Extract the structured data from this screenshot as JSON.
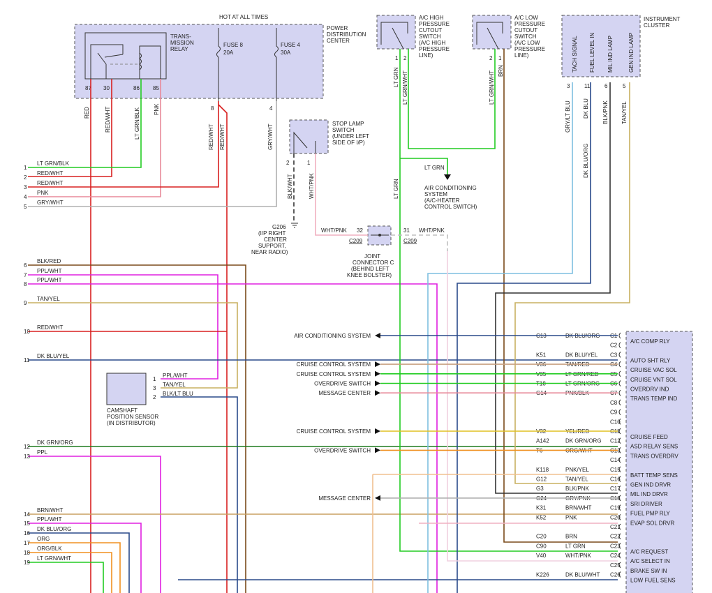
{
  "header": {
    "hot": "HOT AT ALL TIMES",
    "pdc": [
      "POWER",
      "DISTRIBUTION",
      "CENTER"
    ],
    "relay": [
      "TRANS-",
      "MISSION",
      "RELAY"
    ],
    "fuse8": [
      "FUSE 8",
      "20A"
    ],
    "fuse4": [
      "FUSE 4",
      "30A"
    ],
    "relay_pins": [
      "87",
      "30",
      "86",
      "85"
    ],
    "pdc_pins": [
      "8",
      "4"
    ],
    "acHigh": [
      "A/C HIGH",
      "PRESSURE",
      "CUTOUT",
      "SWITCH",
      "(A/C HIGH",
      "PRESSURE",
      "LINE)"
    ],
    "acLow": [
      "A/C LOW",
      "PRESSURE",
      "CUTOUT",
      "SWITCH",
      "(A/C LOW",
      "PRESSURE",
      "LINE)"
    ],
    "acHighPins": [
      "1",
      "2"
    ],
    "acLowPins": [
      "2",
      "1"
    ],
    "cluster": "INSTRUMENT CLUSTER",
    "clusterFuncs": [
      "TACH SIGNAL",
      "FUEL LEVEL IN",
      "MIL IND LAMP",
      "GEN IND LAMP"
    ],
    "clusterPins": [
      "3",
      "11",
      "6",
      "5"
    ]
  },
  "wires": {
    "relay": [
      "RED",
      "RED/WHT",
      "LT GRN/BLK",
      "PNK"
    ],
    "fuse": [
      "RED/WHT",
      "RED/WHT"
    ],
    "fuse4": "GRY/WHT",
    "acHigh": [
      "LT GRN",
      "LT GRN/WHT"
    ],
    "acLow": [
      "LT GRN/WHT",
      "BRN"
    ],
    "cluster": [
      "GRY/LT BLU",
      "DK BLU",
      "BLK/PNK",
      "TAN/YEL"
    ],
    "dkBluOrg": "DK BLU/ORG",
    "stopLamp": [
      "BLK/WHT",
      "WHT/PNK"
    ],
    "ltGrnVert": "LT GRN",
    "acLtGrn": "LT GRN",
    "jcLeft": "WHT/PNK",
    "jcRight": "WHT/PNK"
  },
  "stopLamp": {
    "title": [
      "STOP LAMP",
      "SWITCH",
      "(UNDER LEFT",
      "SIDE OF I/P)"
    ],
    "pins": [
      "2",
      "1"
    ]
  },
  "ground": [
    "G206",
    "(I/P RIGHT",
    "CENTER",
    "SUPPORT,",
    "NEAR RADIO)"
  ],
  "acSystem": [
    "AIR CONDITIONING",
    "SYSTEM",
    "(A/C-HEATER",
    "CONTROL SWITCH)"
  ],
  "jointConnector": {
    "title": [
      "JOINT",
      "CONNECTOR C",
      "(BEHIND LEFT",
      "KNEE BOLSTER)"
    ],
    "leftPin": "32",
    "rightPin": "31",
    "connLeft": "C209",
    "connRight": "C209"
  },
  "leftSide": [
    {
      "n": "1",
      "label": "LT GRN/BLK"
    },
    {
      "n": "2",
      "label": "RED/WHT"
    },
    {
      "n": "3",
      "label": "RED/WHT"
    },
    {
      "n": "4",
      "label": "PNK"
    },
    {
      "n": "5",
      "label": "GRY/WHT"
    },
    {
      "n": "6",
      "label": "BLK/RED"
    },
    {
      "n": "7",
      "label": "PPL/WHT"
    },
    {
      "n": "8",
      "label": "PPL/WHT"
    },
    {
      "n": "9",
      "label": "TAN/YEL"
    },
    {
      "n": "10",
      "label": "RED/WHT"
    },
    {
      "n": "11",
      "label": "DK BLU/YEL"
    },
    {
      "n": "12",
      "label": "DK GRN/ORG"
    },
    {
      "n": "13",
      "label": "PPL"
    },
    {
      "n": "14",
      "label": "BRN/WHT"
    },
    {
      "n": "15",
      "label": "PPL/WHT"
    },
    {
      "n": "16",
      "label": "DK BLU/ORG"
    },
    {
      "n": "17",
      "label": "ORG"
    },
    {
      "n": "18",
      "label": "ORG/BLK"
    },
    {
      "n": "19",
      "label": "LT GRN/WHT"
    }
  ],
  "camshaft": {
    "title": [
      "CAMSHAFT",
      "POSITION SENSOR",
      "(IN DISTRIBUTOR)"
    ],
    "pins": [
      {
        "n": "1",
        "wire": "PPL/WHT"
      },
      {
        "n": "3",
        "wire": "TAN/YEL"
      },
      {
        "n": "2",
        "wire": "BLK/LT BLU"
      }
    ]
  },
  "pcm": [
    {
      "pin": "C1",
      "func": "A/C COMP RLY",
      "code": "C13",
      "wire": "DK BLU/ORG",
      "dest": "AIR CONDITIONING SYSTEM",
      "arrow": "out"
    },
    {
      "pin": "C2",
      "func": "",
      "code": "",
      "wire": "",
      "dest": "",
      "arrow": ""
    },
    {
      "pin": "C3",
      "func": "AUTO SHT RLY",
      "code": "K51",
      "wire": "DK BLU/YEL",
      "dest": "",
      "arrow": ""
    },
    {
      "pin": "C4",
      "func": "CRUISE VAC SOL",
      "code": "V36",
      "wire": "TAN/RED",
      "dest": "CRUISE CONTROL SYSTEM",
      "arrow": "in"
    },
    {
      "pin": "C5",
      "func": "CRUISE VNT SOL",
      "code": "V35",
      "wire": "LT GRN/RED",
      "dest": "CRUISE CONTROL SYSTEM",
      "arrow": "in"
    },
    {
      "pin": "C6",
      "func": "OVERDRV IND",
      "code": "T18",
      "wire": "LT GRN/ORG",
      "dest": "OVERDRIVE SWITCH",
      "arrow": "in"
    },
    {
      "pin": "C7",
      "func": "TRANS TEMP IND",
      "code": "G14",
      "wire": "PNK/BLK",
      "dest": "MESSAGE CENTER",
      "arrow": "in"
    },
    {
      "pin": "C8",
      "func": "",
      "code": "",
      "wire": "",
      "dest": "",
      "arrow": ""
    },
    {
      "pin": "C9",
      "func": "",
      "code": "",
      "wire": "",
      "dest": "",
      "arrow": ""
    },
    {
      "pin": "C10",
      "func": "",
      "code": "",
      "wire": "",
      "dest": "",
      "arrow": ""
    },
    {
      "pin": "C11",
      "func": "CRUISE FEED",
      "code": "V32",
      "wire": "YEL/RED",
      "dest": "CRUISE CONTROL SYSTEM",
      "arrow": "in"
    },
    {
      "pin": "C12",
      "func": "ASD RELAY SENS",
      "code": "A142",
      "wire": "DK GRN/ORG",
      "dest": "",
      "arrow": ""
    },
    {
      "pin": "C13",
      "func": "TRANS OVERDRV",
      "code": "T6",
      "wire": "ORG/WHT",
      "dest": "OVERDRIVE SWITCH",
      "arrow": "in"
    },
    {
      "pin": "C14",
      "func": "",
      "code": "",
      "wire": "",
      "dest": "",
      "arrow": ""
    },
    {
      "pin": "C15",
      "func": "BATT TEMP SENS",
      "code": "K118",
      "wire": "PNK/YEL",
      "dest": "",
      "arrow": ""
    },
    {
      "pin": "C16",
      "func": "GEN IND DRVR",
      "code": "G12",
      "wire": "TAN/YEL",
      "dest": "",
      "arrow": ""
    },
    {
      "pin": "C17",
      "func": "MIL IND DRVR",
      "code": "G3",
      "wire": "BLK/PNK",
      "dest": "",
      "arrow": ""
    },
    {
      "pin": "C18",
      "func": "SRI DRIVER",
      "code": "G24",
      "wire": "GRY/PNK",
      "dest": "MESSAGE CENTER",
      "arrow": "out"
    },
    {
      "pin": "C19",
      "func": "FUEL PMP RLY",
      "code": "K31",
      "wire": "BRN/WHT",
      "dest": "",
      "arrow": ""
    },
    {
      "pin": "C20",
      "func": "EVAP SOL DRVR",
      "code": "K52",
      "wire": "PNK",
      "dest": "",
      "arrow": ""
    },
    {
      "pin": "C21",
      "func": "",
      "code": "",
      "wire": "",
      "dest": "",
      "arrow": ""
    },
    {
      "pin": "C22",
      "func": "",
      "code": "C20",
      "wire": "BRN",
      "dest": "",
      "arrow": ""
    },
    {
      "pin": "C23",
      "func": "A/C REQUEST",
      "code": "C90",
      "wire": "LT GRN",
      "dest": "",
      "arrow": ""
    },
    {
      "pin": "C24",
      "func": "A/C SELECT IN",
      "code": "V40",
      "wire": "WHT/PNK",
      "dest": "",
      "arrow": ""
    },
    {
      "pin": "C25",
      "func": "BRAKE SW IN",
      "code": "",
      "wire": "",
      "dest": "",
      "arrow": ""
    },
    {
      "pin": "C26",
      "func": "LOW FUEL SENS",
      "code": "K226",
      "wire": "DK BLU/WHT",
      "dest": "",
      "arrow": ""
    }
  ],
  "colors": {
    "red": "#d82020",
    "lightGreen": "#22cc22",
    "pink": "#e88a9a",
    "gray": "#b0b0b0",
    "black": "#333333",
    "brown": "#7a4a1a",
    "magenta": "#e020e0",
    "tan": "#c8b060",
    "darkBlue": "#2a4a8a",
    "lightBlue": "#7fbfe0",
    "orange": "#f09020",
    "connectorFill": "#d4d4f2"
  }
}
